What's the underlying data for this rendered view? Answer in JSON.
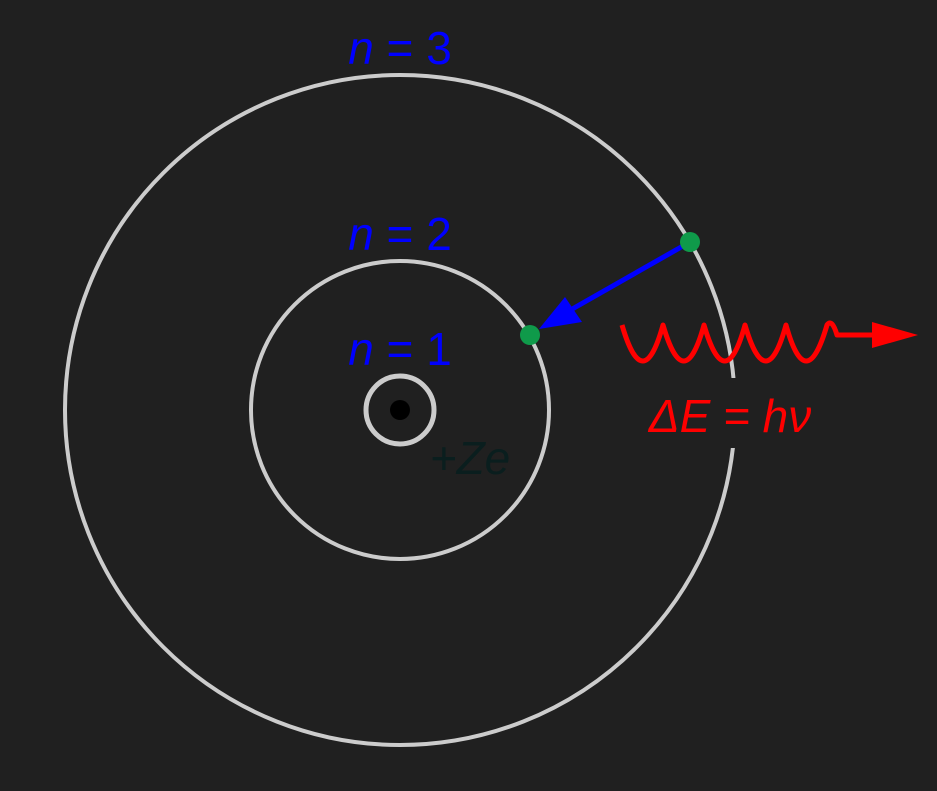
{
  "orbits": [
    {
      "n_label": "n",
      "eq_label": " = 1"
    },
    {
      "n_label": "n",
      "eq_label": " = 2"
    },
    {
      "n_label": "n",
      "eq_label": " = 3"
    }
  ],
  "nucleus": {
    "charge_label": "+Ze"
  },
  "photon": {
    "energy_label": "ΔE = hν"
  },
  "colors": {
    "background": "#202020",
    "orbit": "#cccccc",
    "level_label": "#0000ff",
    "transition_arrow": "#0000ff",
    "electron": "#0f9a4a",
    "photon": "#ff0000",
    "nucleus": "#000000",
    "nucleus_label": "#0a1e1e"
  }
}
